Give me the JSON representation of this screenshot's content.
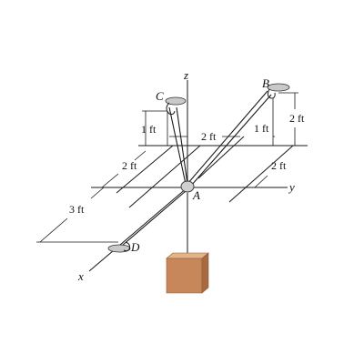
{
  "axes": {
    "x": "x",
    "y": "y",
    "z": "z"
  },
  "points": {
    "A": "A",
    "B": "B",
    "C": "C",
    "D": "D"
  },
  "dimensions": {
    "c_height": "1 ft",
    "c_offset": "2 ft",
    "b_offset": "1 ft",
    "b_height": "2 ft",
    "left_spacing": "2 ft",
    "right_spacing": "2 ft",
    "d_distance": "3 ft"
  },
  "colors": {
    "line": "#1a1a1a",
    "ring_fill": "#c9c9c9",
    "box_front": "#c8875a",
    "box_top": "#e2b48c",
    "box_side": "#a86a40"
  }
}
